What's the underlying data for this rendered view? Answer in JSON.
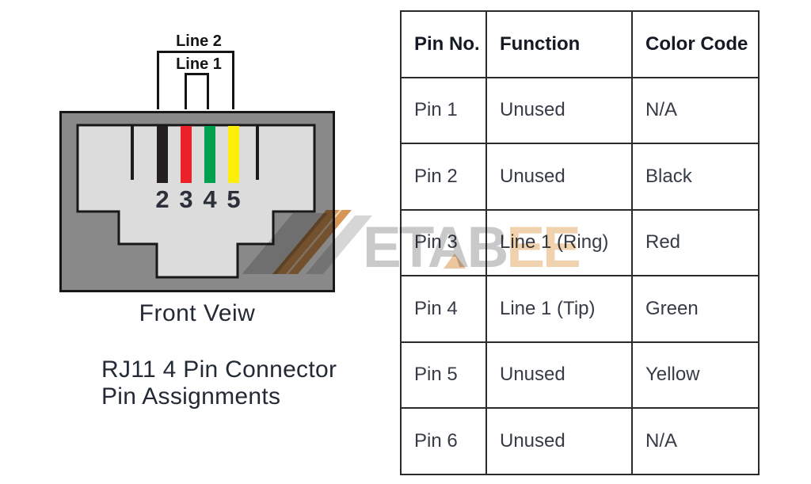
{
  "page": {
    "background": "#ffffff"
  },
  "connector": {
    "line2_label": "Line 2",
    "line1_label": "Line 1",
    "pin_numbers": [
      "2",
      "3",
      "4",
      "5"
    ],
    "front_view_label": "Front Veiw",
    "title_line1": "RJ11 4 Pin Connector",
    "title_line2": "Pin Assignments",
    "colors": {
      "body_gray": "#898989",
      "opening_gray": "#dcdcdc",
      "outline_black": "#181818",
      "pin2_black": "#231f20",
      "pin3_red": "#ec2027",
      "pin4_green": "#00a14e",
      "pin5_yellow": "#fced0a"
    }
  },
  "watermark": {
    "text_gray": "ETAB",
    "text_accent": "EE",
    "gray_hex": "#c9c9c9",
    "accent_hex": "#f0d2ae",
    "slash_orange_hex": "#d69455"
  },
  "table": {
    "headers": [
      "Pin No.",
      "Function",
      "Color Code"
    ],
    "rows": [
      {
        "pin": "Pin 1",
        "function": "Unused",
        "color": "N/A"
      },
      {
        "pin": "Pin 2",
        "function": "Unused",
        "color": "Black"
      },
      {
        "pin": "Pin 3",
        "function": "Line 1 (Ring)",
        "color": "Red"
      },
      {
        "pin": "Pin 4",
        "function": "Line 1 (Tip)",
        "color": "Green"
      },
      {
        "pin": "Pin 5",
        "function": "Unused",
        "color": "Yellow"
      },
      {
        "pin": "Pin 6",
        "function": "Unused",
        "color": "N/A"
      }
    ]
  }
}
